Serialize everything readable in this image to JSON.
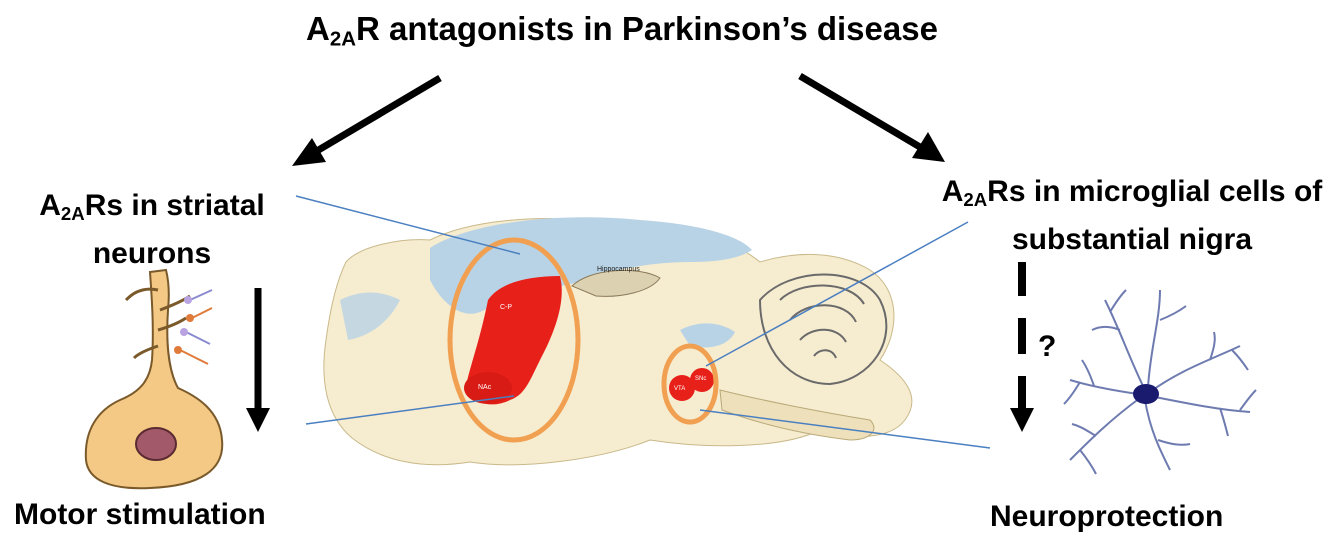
{
  "title": {
    "prefix": "A",
    "sub": "2A",
    "suffix": "R antagonists in Parkinson’s disease"
  },
  "left_branch": {
    "line1_prefix": "A",
    "line1_sub": "2A",
    "line1_suffix": "Rs in striatal",
    "line2": "neurons",
    "outcome": "Motor stimulation"
  },
  "right_branch": {
    "line1_prefix": "A",
    "line1_sub": "2A",
    "line1_suffix": "Rs in microglial cells of",
    "line2": "substantial nigra",
    "question": "?",
    "outcome": "Neuroprotection"
  },
  "brain_labels": {
    "hippocampus": "Hippocampus",
    "cp": "C-P",
    "nac": "NAc",
    "vta": "VTA",
    "snc": "SNc"
  },
  "colors": {
    "arrow": "#000000",
    "highlight_ring": "#f0a050",
    "region_red": "#e8201a",
    "brain_fill": "#f6ecd0",
    "ventricle_blue": "#b9d3e6",
    "pointer_line": "#4a7fc1",
    "neuron_fill": "#f3c985",
    "microglia_stroke": "#6e7bb0",
    "microglia_nucleus": "#1a1a6e"
  }
}
